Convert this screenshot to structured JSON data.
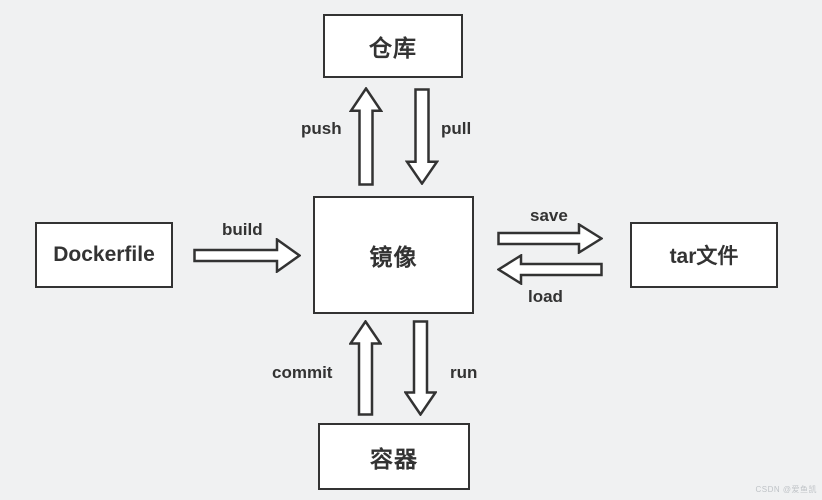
{
  "diagram": {
    "title_context": "Docker image workflow diagram",
    "colors": {
      "background": "#f0f1f2",
      "box_fill": "#ffffff",
      "box_border": "#333333",
      "text": "#333333",
      "arrow_fill": "#ffffff",
      "arrow_stroke": "#333333",
      "watermark": "#bfc3c7"
    },
    "nodes": {
      "repository": {
        "label": "仓库"
      },
      "image": {
        "label": "镜像"
      },
      "dockerfile": {
        "label": "Dockerfile"
      },
      "tar_file": {
        "label": "tar文件"
      },
      "container": {
        "label": "容器"
      }
    },
    "arrows": {
      "push": {
        "label": "push",
        "from": "image",
        "to": "repository",
        "direction": "up"
      },
      "pull": {
        "label": "pull",
        "from": "repository",
        "to": "image",
        "direction": "down"
      },
      "build": {
        "label": "build",
        "from": "dockerfile",
        "to": "image",
        "direction": "right"
      },
      "save": {
        "label": "save",
        "from": "image",
        "to": "tar_file",
        "direction": "right"
      },
      "load": {
        "label": "load",
        "from": "tar_file",
        "to": "image",
        "direction": "left"
      },
      "commit": {
        "label": "commit",
        "from": "container",
        "to": "image",
        "direction": "up"
      },
      "run": {
        "label": "run",
        "from": "image",
        "to": "container",
        "direction": "down"
      }
    },
    "watermark": "CSDN @爱鱼凯"
  }
}
